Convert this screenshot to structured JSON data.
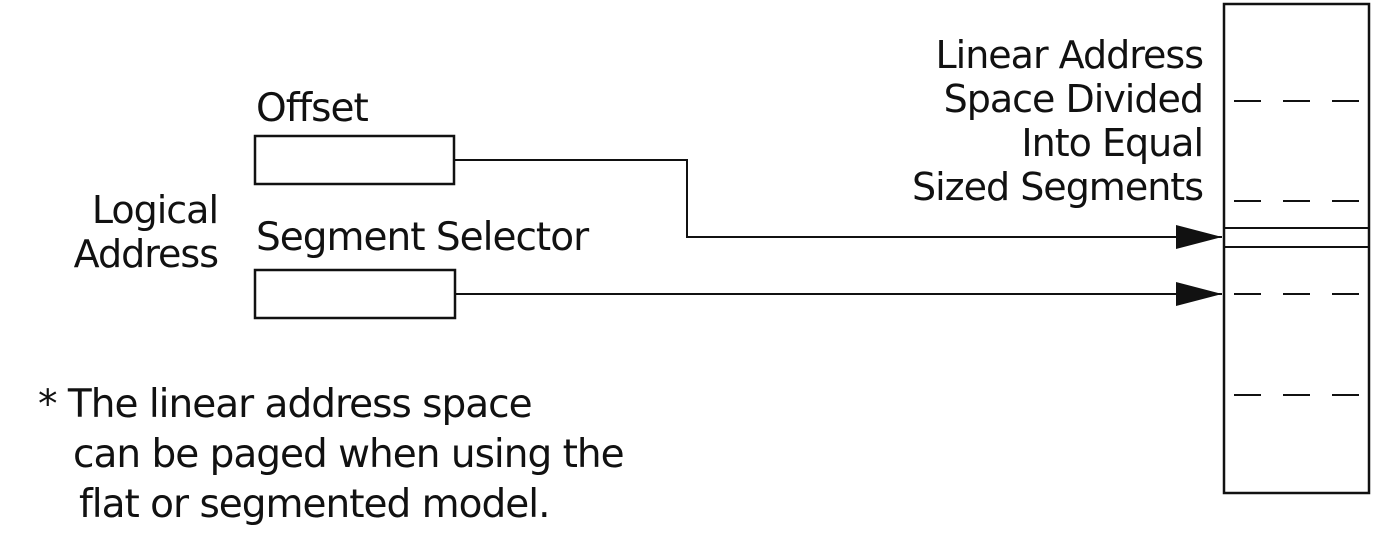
{
  "diagram": {
    "offset_label": "Offset",
    "segment_selector_label": "Segment Selector",
    "logical_address_label": [
      "Logical",
      "Address"
    ],
    "linear_space_label": [
      "Linear Address",
      "Space Divided",
      "Into Equal",
      "Sized Segments"
    ],
    "footnote": [
      "* The linear address space",
      "can be paged when using the",
      "flat or segmented model."
    ]
  },
  "colors": {
    "line": "#111111",
    "background": "#ffffff"
  }
}
